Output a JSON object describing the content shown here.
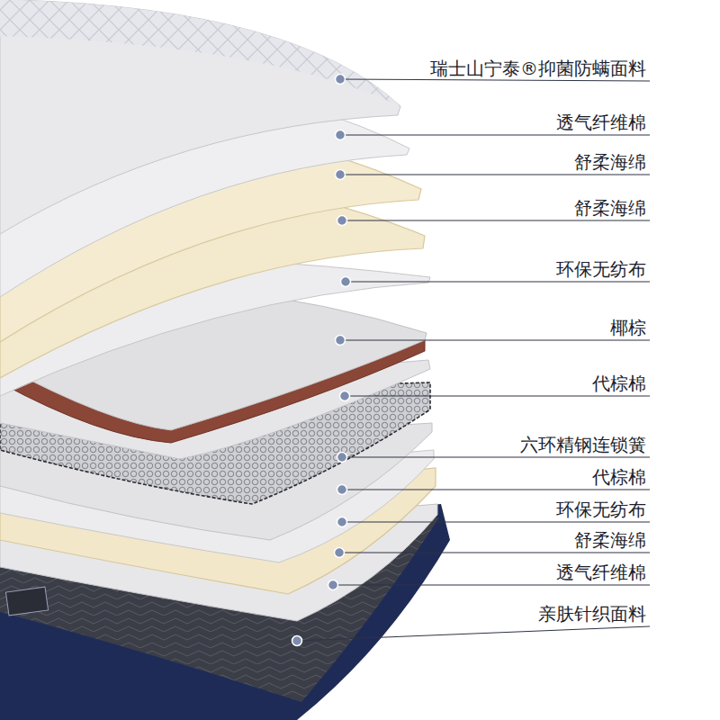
{
  "diagram": {
    "labels": [
      "瑞士山宁泰®抑菌防螨面料",
      "透气纤维棉",
      "舒柔海绵",
      "舒柔海绵",
      "环保无纺布",
      "椰棕",
      "代棕棉",
      "六环精钢连锁簧",
      "代棕棉",
      "环保无纺布",
      "舒柔海绵",
      "透气纤维棉",
      "亲肤针织面料"
    ]
  }
}
